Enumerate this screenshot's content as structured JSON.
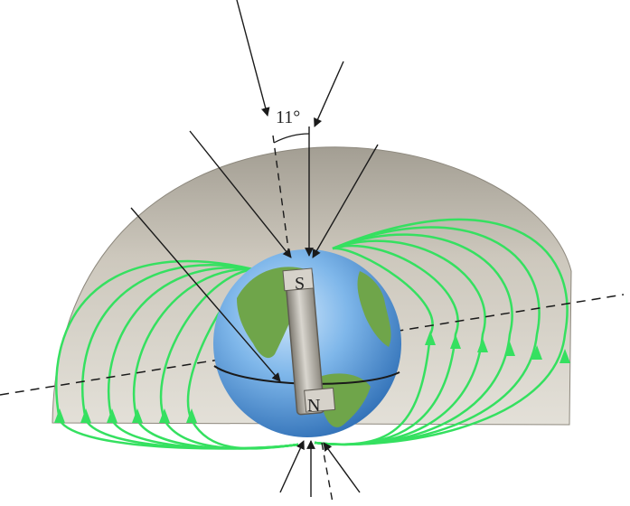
{
  "figure": {
    "angle_label": "11°",
    "south_pole_label": "S",
    "north_pole_label": "N"
  },
  "colors": {
    "field_lines": "#35e060",
    "earth_ocean": "#5aa0e0",
    "land": "#6fa54a",
    "dome": "#c9c4b8",
    "magnet": "#a7a39a",
    "ink": "#1a1a1a"
  },
  "icons": {
    "earth": "earth-globe-icon",
    "magnet": "bar-magnet-icon"
  }
}
